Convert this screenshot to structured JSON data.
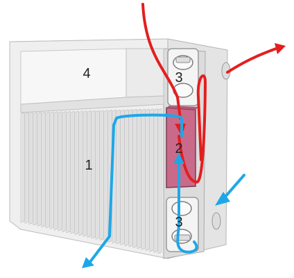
{
  "labels": {
    "radiator": "1",
    "heat_exchanger": "2",
    "fan_top": "3",
    "fan_bottom": "3",
    "housing": "4"
  },
  "colors": {
    "hot_flow": "#e41e1e",
    "cold_flow": "#1ea7e8",
    "exchanger_fill": "#c96a8a",
    "body": "#e9e9e9",
    "edge": "#b5b5b5"
  },
  "icons": {
    "top_fan": "fan-icon",
    "bottom_fan": "fan-icon"
  }
}
